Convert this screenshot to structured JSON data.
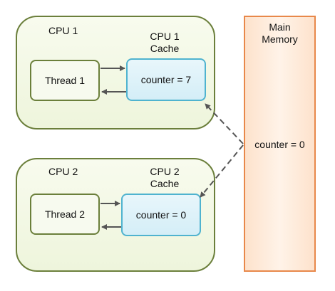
{
  "cpu1": {
    "label": "CPU 1",
    "thread_label": "Thread 1",
    "cache_title_line1": "CPU 1",
    "cache_title_line2": "Cache",
    "cache_value": "counter = 7"
  },
  "cpu2": {
    "label": "CPU 2",
    "thread_label": "Thread 2",
    "cache_title_line1": "CPU 2",
    "cache_title_line2": "Cache",
    "cache_value": "counter = 0"
  },
  "main_memory": {
    "title_line1": "Main",
    "title_line2": "Memory",
    "value": "counter = 0"
  },
  "colors": {
    "cpu_border": "#6b7f3b",
    "cache_border": "#4fb3cf",
    "memory_border": "#e8884a",
    "arrow": "#555555"
  }
}
